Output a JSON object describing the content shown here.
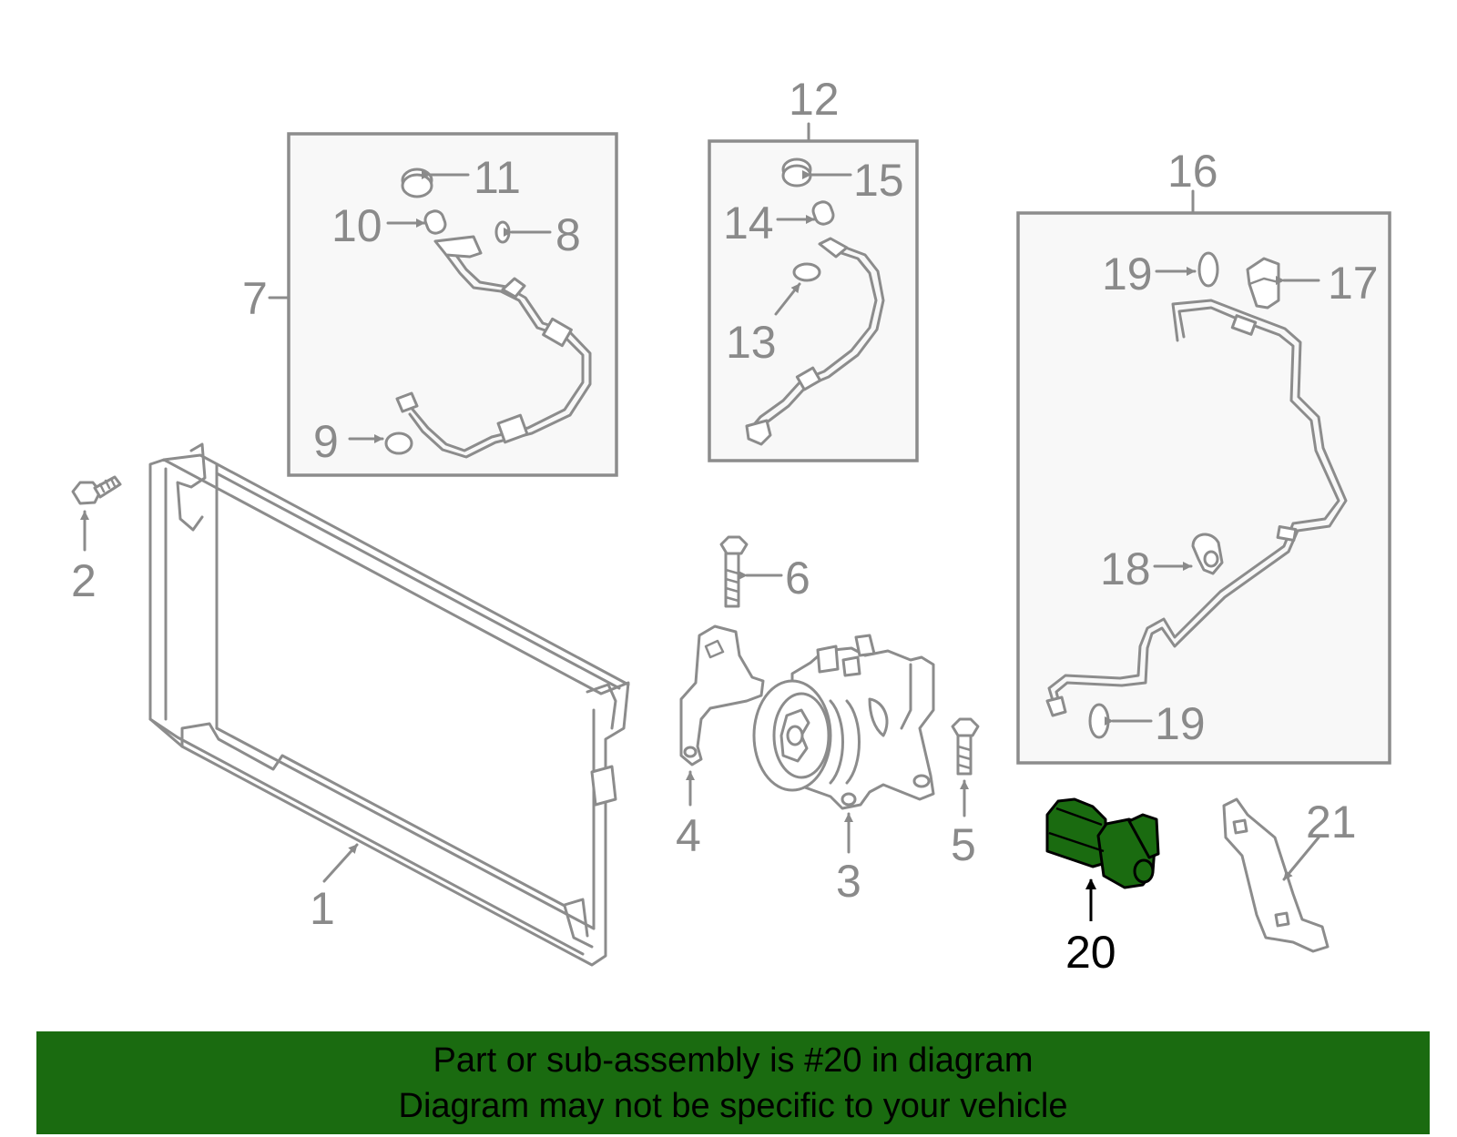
{
  "callouts": {
    "c1": "1",
    "c2": "2",
    "c3": "3",
    "c4": "4",
    "c5": "5",
    "c6": "6",
    "c7": "7",
    "c8": "8",
    "c9": "9",
    "c10": "10",
    "c11": "11",
    "c12": "12",
    "c13": "13",
    "c14": "14",
    "c15": "15",
    "c16": "16",
    "c17": "17",
    "c18": "18",
    "c19a": "19",
    "c19b": "19",
    "c20": "20",
    "c21": "21"
  },
  "highlighted_part": "20",
  "colors": {
    "highlight": "#1a6b10",
    "line": "#8c8c8c",
    "banner": "#1a6b10"
  },
  "banner": {
    "line1": "Part or sub-assembly is #20 in diagram",
    "line2": "Diagram may not be specific to your vehicle"
  }
}
